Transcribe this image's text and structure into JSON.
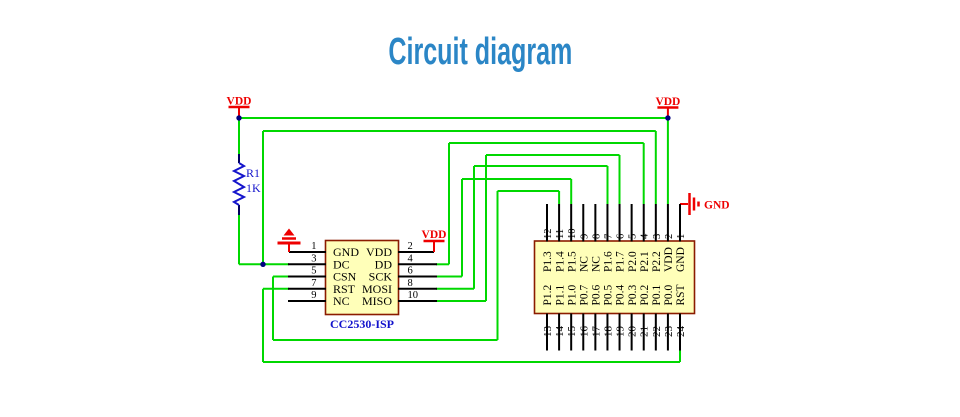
{
  "title": "Circuit diagram",
  "power": {
    "vdd": "VDD",
    "gnd": "GND"
  },
  "resistor": {
    "designator": "R1",
    "value": "1K"
  },
  "cc2530": {
    "label": "CC2530-ISP",
    "left_pins": [
      {
        "num": "1",
        "name": "GND"
      },
      {
        "num": "3",
        "name": "DC"
      },
      {
        "num": "5",
        "name": "CSN"
      },
      {
        "num": "7",
        "name": "RST"
      },
      {
        "num": "9",
        "name": "NC"
      }
    ],
    "right_pins": [
      {
        "num": "2",
        "name": "VDD"
      },
      {
        "num": "4",
        "name": "DD"
      },
      {
        "num": "6",
        "name": "SCK"
      },
      {
        "num": "8",
        "name": "MOSI"
      },
      {
        "num": "10",
        "name": "MISO"
      }
    ]
  },
  "header": {
    "top_pins": [
      {
        "num": "12",
        "name": "P1.3"
      },
      {
        "num": "11",
        "name": "P1.4"
      },
      {
        "num": "10",
        "name": "P1.5"
      },
      {
        "num": "9",
        "name": "NC"
      },
      {
        "num": "8",
        "name": "NC"
      },
      {
        "num": "7",
        "name": "P1.6"
      },
      {
        "num": "6",
        "name": "P1.7"
      },
      {
        "num": "5",
        "name": "P2.0"
      },
      {
        "num": "4",
        "name": "P2.1"
      },
      {
        "num": "3",
        "name": "P2.2"
      },
      {
        "num": "2",
        "name": "VDD"
      },
      {
        "num": "1",
        "name": "GND"
      }
    ],
    "bottom_pins": [
      {
        "num": "13",
        "name": "P1.2"
      },
      {
        "num": "14",
        "name": "P1.1"
      },
      {
        "num": "15",
        "name": "P1.0"
      },
      {
        "num": "16",
        "name": "P0.7"
      },
      {
        "num": "17",
        "name": "P0.6"
      },
      {
        "num": "18",
        "name": "P0.5"
      },
      {
        "num": "19",
        "name": "P0.4"
      },
      {
        "num": "20",
        "name": "P0.3"
      },
      {
        "num": "21",
        "name": "P0.2"
      },
      {
        "num": "22",
        "name": "P0.1"
      },
      {
        "num": "23",
        "name": "P0.0"
      },
      {
        "num": "24",
        "name": "RST"
      }
    ]
  },
  "nets": [
    {
      "name": "VDD",
      "connects": [
        "VDD rail",
        "R1 top",
        "CC2530-ISP pin 2 (VDD)",
        "Header pin 2 (VDD)"
      ]
    },
    {
      "name": "GND",
      "connects": [
        "CC2530-ISP pin 1 (GND)",
        "Header pin 1 (GND)"
      ]
    },
    {
      "name": "DC",
      "connects": [
        "R1 bottom",
        "CC2530-ISP pin 3 (DC)",
        "Header pin 3 (P2.2)"
      ]
    },
    {
      "name": "DD",
      "connects": [
        "CC2530-ISP pin 4 (DD)",
        "Header pin 4 (P2.1)"
      ]
    },
    {
      "name": "CSN",
      "connects": [
        "CC2530-ISP pin 5 (CSN)",
        "Header pin 11 (P1.4)"
      ]
    },
    {
      "name": "SCK",
      "connects": [
        "CC2530-ISP pin 6 (SCK)",
        "Header pin 10 (P1.5)"
      ]
    },
    {
      "name": "MOSI",
      "connects": [
        "CC2530-ISP pin 8 (MOSI)",
        "Header pin 7 (P1.6)"
      ]
    },
    {
      "name": "MISO",
      "connects": [
        "CC2530-ISP pin 10 (MISO)",
        "Header pin 6 (P1.7)"
      ]
    },
    {
      "name": "RST",
      "connects": [
        "CC2530-ISP pin 7 (RST)",
        "Header pin 24 (RST)"
      ]
    }
  ],
  "colors": {
    "wire_green": "#00d800",
    "power_red": "#ee0000",
    "component_fill": "#ffffb9",
    "component_border": "#8b1c00",
    "resistor_blue": "#1515cc",
    "label_blue": "#1212cc",
    "junction_navy": "#000080",
    "title_blue": "#2b86c6",
    "pin_text": "#000000"
  }
}
